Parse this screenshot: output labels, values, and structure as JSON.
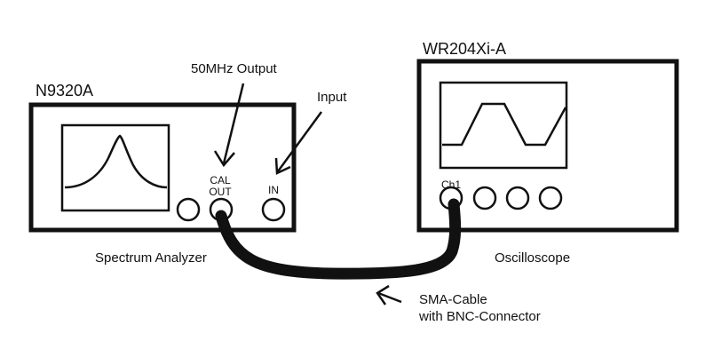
{
  "spectrum_analyzer": {
    "model": "N9320A",
    "caption": "Spectrum Analyzer",
    "cal_out_label_line1": "CAL",
    "cal_out_label_line2": "OUT",
    "in_label": "IN"
  },
  "oscilloscope": {
    "model": "WR204Xi-A",
    "caption": "Oscilloscope",
    "ch1_label": "Ch1"
  },
  "annotations": {
    "output_label": "50MHz Output",
    "input_label": "Input",
    "cable_label_line1": "SMA-Cable",
    "cable_label_line2": "with BNC-Connector"
  },
  "colors": {
    "stroke": "#111111",
    "background": "#ffffff"
  }
}
